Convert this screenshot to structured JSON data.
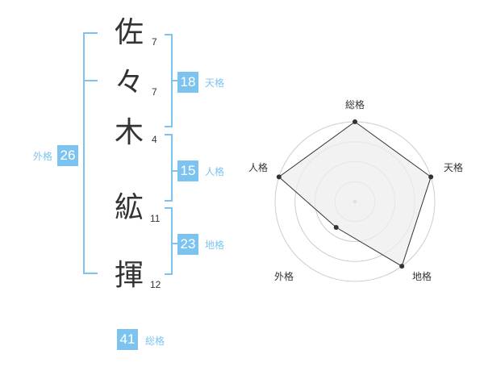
{
  "colors": {
    "accent": "#7cc4ef",
    "text": "#333333",
    "grid": "#cccccc",
    "radar_fill": "#eeeeee",
    "radar_line": "#333333"
  },
  "name": {
    "characters": [
      {
        "char": "佐",
        "strokes": "7"
      },
      {
        "char": "々",
        "strokes": "7"
      },
      {
        "char": "木",
        "strokes": "4"
      },
      {
        "char": "絋",
        "strokes": "11"
      },
      {
        "char": "揮",
        "strokes": "12"
      }
    ]
  },
  "fortune": {
    "tenkaku": {
      "value": "18",
      "label": "天格"
    },
    "jinkaku": {
      "value": "15",
      "label": "人格"
    },
    "chikaku": {
      "value": "23",
      "label": "地格"
    },
    "gaikaku": {
      "value": "26",
      "label": "外格"
    },
    "soukaku": {
      "value": "41",
      "label": "総格"
    }
  },
  "radar": {
    "axes": [
      "総格",
      "天格",
      "地格",
      "外格",
      "人格"
    ],
    "levels": 4,
    "values": [
      1.0,
      1.0,
      1.0,
      0.4,
      1.0
    ]
  }
}
